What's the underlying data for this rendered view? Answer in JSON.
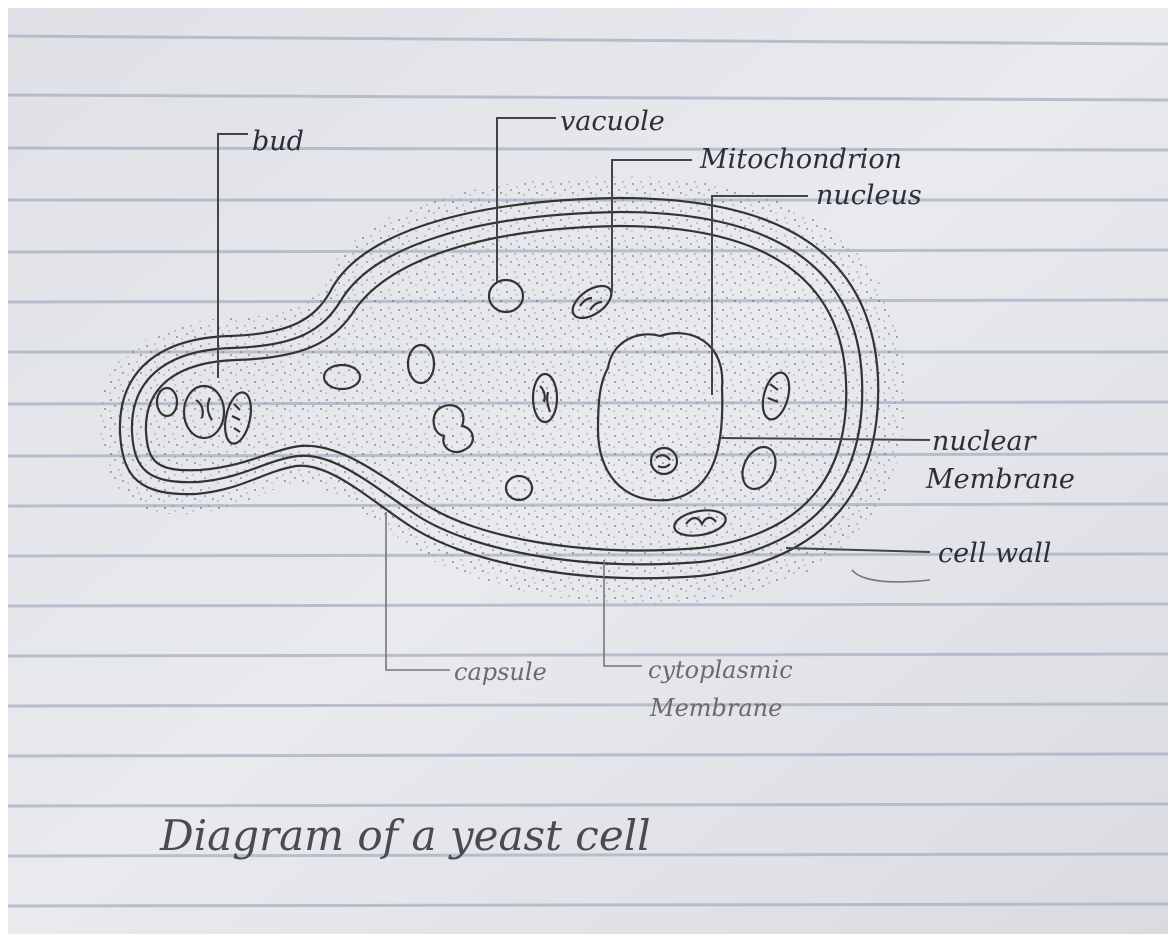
{
  "diagram": {
    "title": "Diagram of a yeast cell",
    "labels": {
      "bud": "bud",
      "vacuole": "vacuole",
      "mitochondrion": "Mitochondrion",
      "nucleus": "nucleus",
      "nuclear_membrane_line1": "nuclear",
      "nuclear_membrane_line2": "Membrane",
      "cell_wall": "cell wall",
      "capsule": "capsule",
      "cytoplasmic_membrane_line1": "cytoplasmic",
      "cytoplasmic_membrane_line2": "Membrane"
    }
  }
}
